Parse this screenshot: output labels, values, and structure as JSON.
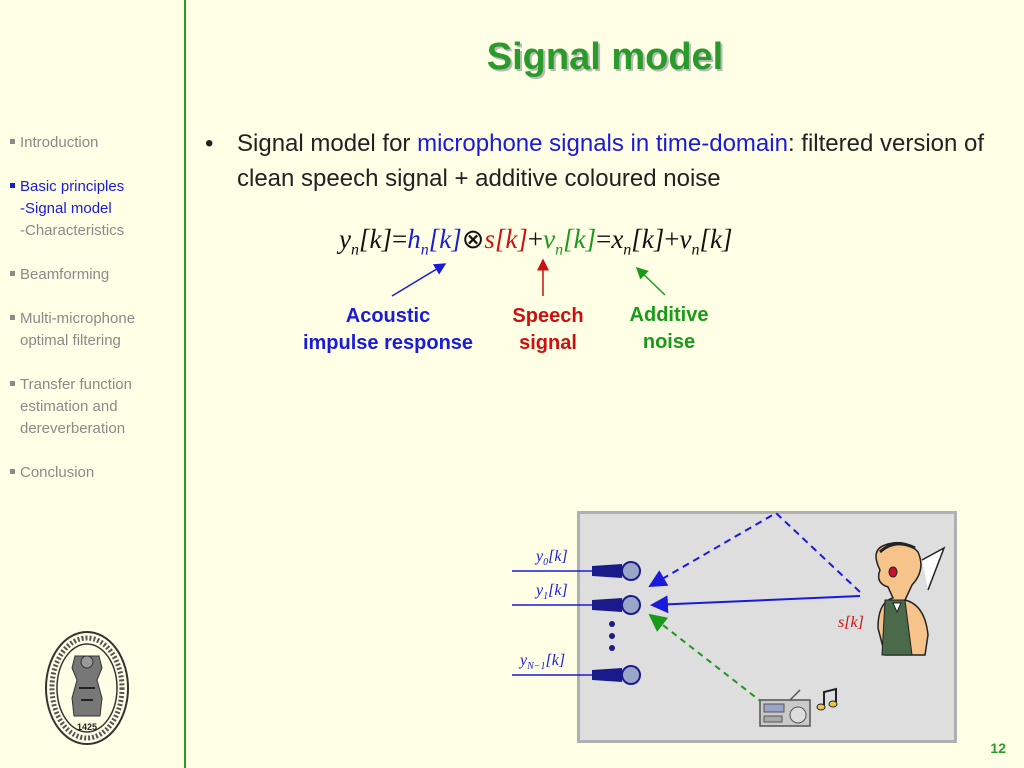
{
  "slide": {
    "title": "Signal model",
    "page_number": "12"
  },
  "sidebar": {
    "items": [
      {
        "label": "Introduction"
      },
      {
        "label": "Basic principles",
        "sub": [
          "-Signal model",
          "-Characteristics"
        ]
      },
      {
        "label": "Beamforming"
      },
      {
        "label1": "Multi-microphone",
        "label2": "optimal filtering"
      },
      {
        "label1": "Transfer function",
        "label2": "estimation and",
        "label3": "dereverberation"
      },
      {
        "label": "Conclusion"
      }
    ],
    "seal_text": "1425"
  },
  "content": {
    "bullet_dot": "•",
    "bullet_prefix": "Signal model for ",
    "bullet_highlight": "microphone signals in time-domain",
    "bullet_suffix": ": filtered version of clean speech signal + additive coloured noise"
  },
  "equation": {
    "lhs": "y",
    "lhs_sub": "n",
    "arg": "[k]",
    "eq": "=",
    "h": "h",
    "h_sub": "n",
    "conv": "⊗",
    "s": "s",
    "plus": "+",
    "v": "v",
    "v_sub": "n",
    "x": "x",
    "x_sub": "n"
  },
  "labels": {
    "acoustic_line1": "Acoustic",
    "acoustic_line2": "impulse response",
    "speech_line1": "Speech",
    "speech_line2": "signal",
    "noise_line1": "Additive",
    "noise_line2": "noise"
  },
  "scene": {
    "y0": "y",
    "y0_sub": "0",
    "y0_arg": "[k]",
    "y1": "y",
    "y1_sub": "1",
    "y1_arg": "[k]",
    "yN": "y",
    "yN_sub": "N−1",
    "yN_arg": "[k]",
    "s": "s",
    "s_arg": "[k]"
  },
  "colors": {
    "title": "#2a9a2a",
    "accent_blue": "#1a1adc",
    "speech_red": "#cc1010",
    "noise_green": "#1a9a1a",
    "background": "#ffffe5"
  }
}
